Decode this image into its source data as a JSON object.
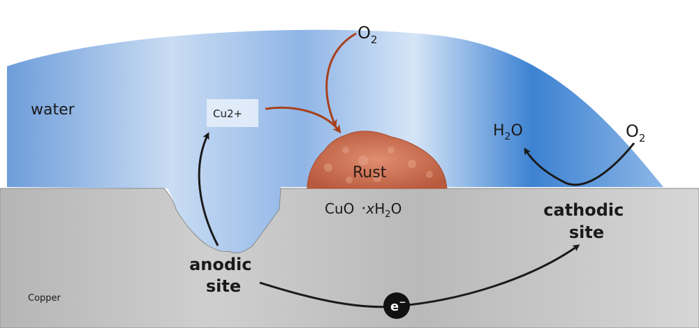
{
  "labels": {
    "water": "water",
    "copper": "Copper",
    "cu_ion": "Cu2+",
    "o2_top": {
      "base": "O",
      "sub": "2"
    },
    "o2_right": {
      "base": "O",
      "sub": "2"
    },
    "h2o": {
      "a": "H",
      "sub": "2",
      "b": "O"
    },
    "rust": "Rust",
    "formula": {
      "cuo": "CuO",
      "dot": "·",
      "x": "x",
      "h": "H",
      "sub": "2",
      "o": "O"
    },
    "anodic_line1": "anodic",
    "anodic_line2": "site",
    "cathodic_line1": "cathodic",
    "cathodic_line2": "site",
    "electron": {
      "base": "e",
      "sup": "−"
    }
  },
  "colors": {
    "water_blue": "#6f9fdc",
    "water_light": "#d3e3f6",
    "copper_gray": "#bdbdbd",
    "rust": "#c9684a",
    "arrow_rust": "#a8401c",
    "arrow_dark": "#1a1a1a"
  }
}
